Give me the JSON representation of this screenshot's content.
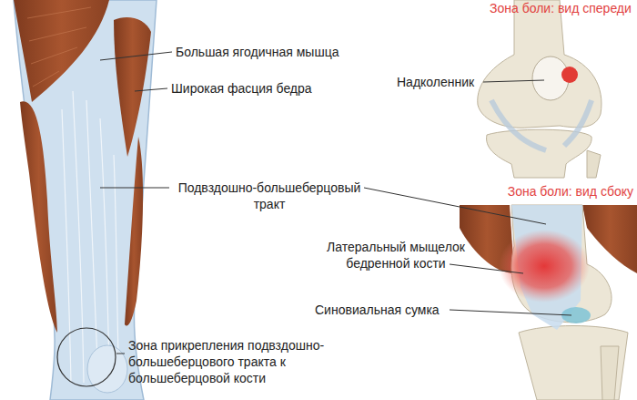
{
  "diagram": {
    "labels": [
      "Зона боли: вид спереди",
      "Большая ягодичная мышца",
      "Надколенник",
      "Широкая фасция бедра",
      "Зона боли: вид сбоку",
      "Подвздошно-большеберцовый тракт",
      "Латеральный мыщелок бедренной кости",
      "Синовиальная сумка",
      "Зона прикрепления подвздошно-большеберцового тракта к большеберцовой кости"
    ]
  }
}
